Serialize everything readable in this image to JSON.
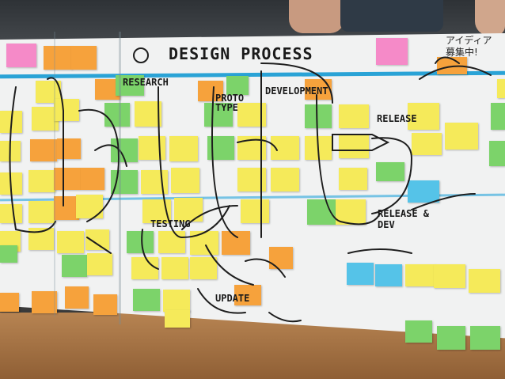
{
  "board": {
    "title": "DESIGN PROCESS",
    "section_labels": [
      "RESEARCH",
      "PROTO TYPE",
      "DEVELOPMENT",
      "RELEASE",
      "RELEASE & DEV",
      "TESTING",
      "UPDATE"
    ],
    "japanese_note": "アイディア 募集中!"
  },
  "colors": {
    "yellow": "#f5ea5a",
    "orange": "#f6a23c",
    "green": "#7cd36a",
    "pink": "#f58ac8",
    "blue_line": "#2aa3d6",
    "cyan": "#55c3e8"
  }
}
